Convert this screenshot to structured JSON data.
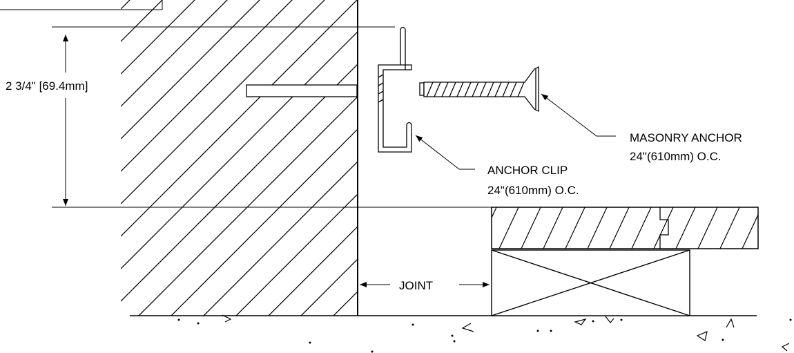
{
  "dimension": {
    "label": "2 3/4\" [69.4mm]"
  },
  "callouts": {
    "masonry_anchor": {
      "line1": "MASONRY ANCHOR",
      "line2": "24\"(610mm) O.C."
    },
    "anchor_clip": {
      "line1": "ANCHOR CLIP",
      "line2": "24\"(610mm) O.C."
    },
    "joint": "JOINT"
  },
  "colors": {
    "ink": "#000000",
    "paper": "#ffffff"
  }
}
